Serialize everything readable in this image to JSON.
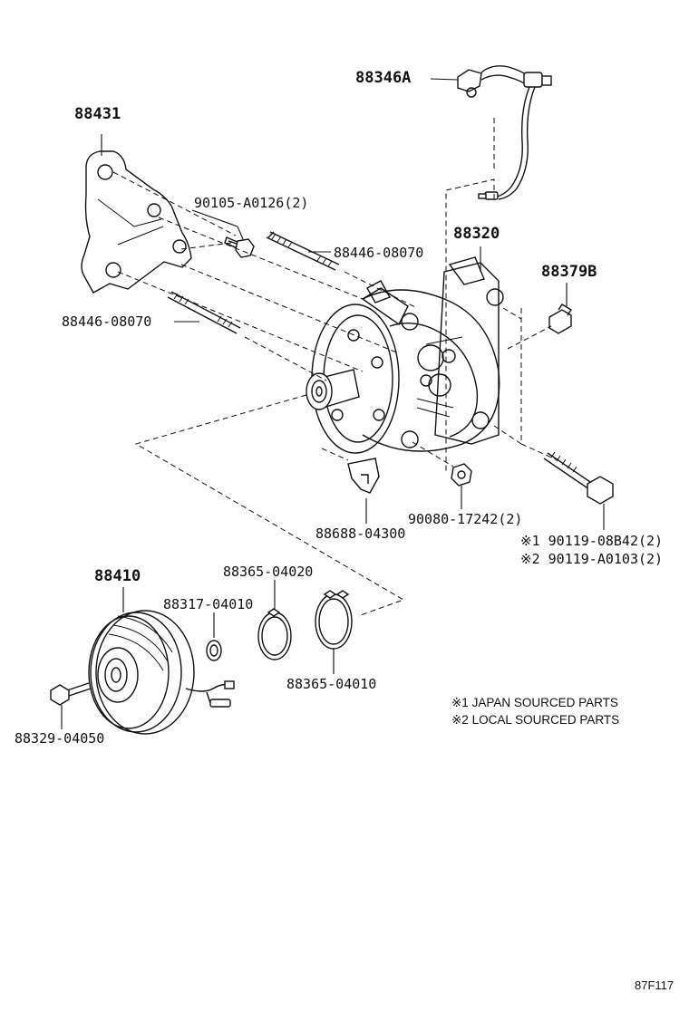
{
  "labels": {
    "p88346A": "88346A",
    "p88431": "88431",
    "p90105": "90105-A0126(2)",
    "p88446_top": "88446-08070",
    "p88320": "88320",
    "p88379B": "88379B",
    "p88446_left": "88446-08070",
    "p90080": "90080-17242(2)",
    "p88688": "88688-04300",
    "p90119_1": "※1 90119-08B42(2)",
    "p90119_2": "※2 90119-A0103(2)",
    "p88410": "88410",
    "p88365_top": "88365-04020",
    "p88317": "88317-04010",
    "p88365_bottom": "88365-04010",
    "p88329": "88329-04050"
  },
  "notes": {
    "note1": "※1 JAPAN SOURCED PARTS",
    "note2": "※2 LOCAL SOURCED PARTS"
  },
  "figure_code": "87F117"
}
